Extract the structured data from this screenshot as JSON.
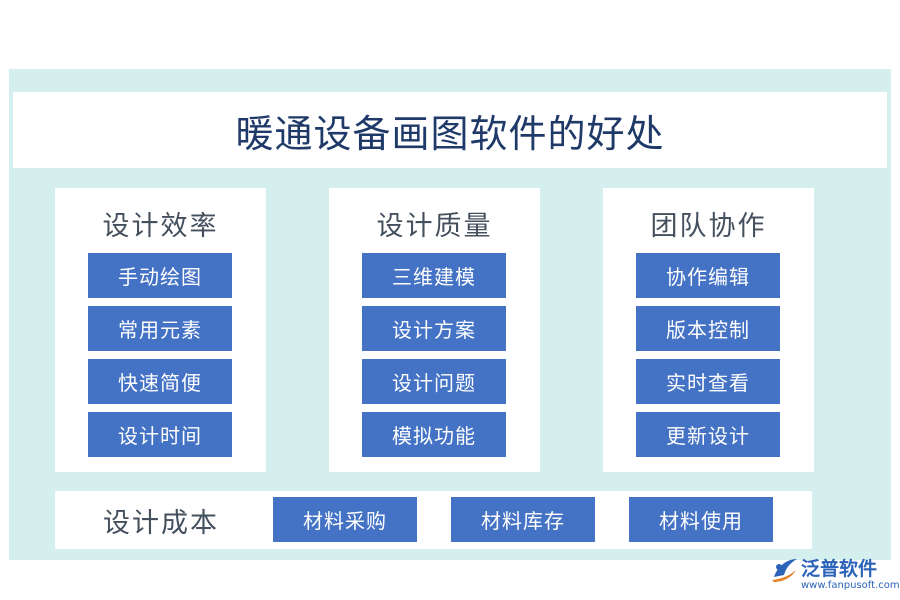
{
  "title": "暖通设备画图软件的好处",
  "panels": [
    {
      "title": "设计效率",
      "items": [
        "手动绘图",
        "常用元素",
        "快速简便",
        "设计时间"
      ]
    },
    {
      "title": "设计质量",
      "items": [
        "三维建模",
        "设计方案",
        "设计问题",
        "模拟功能"
      ]
    },
    {
      "title": "团队协作",
      "items": [
        "协作编辑",
        "版本控制",
        "实时查看",
        "更新设计"
      ]
    }
  ],
  "bottom": {
    "label": "设计成本",
    "items": [
      "材料采购",
      "材料库存",
      "材料使用"
    ]
  },
  "logo": {
    "name": "泛普软件",
    "url": "www.fanpusoft.com",
    "icon": "fanpu-logo-icon"
  },
  "colors": {
    "background": "#d5eeee",
    "box": "#4472c4",
    "title": "#1f3a68"
  }
}
